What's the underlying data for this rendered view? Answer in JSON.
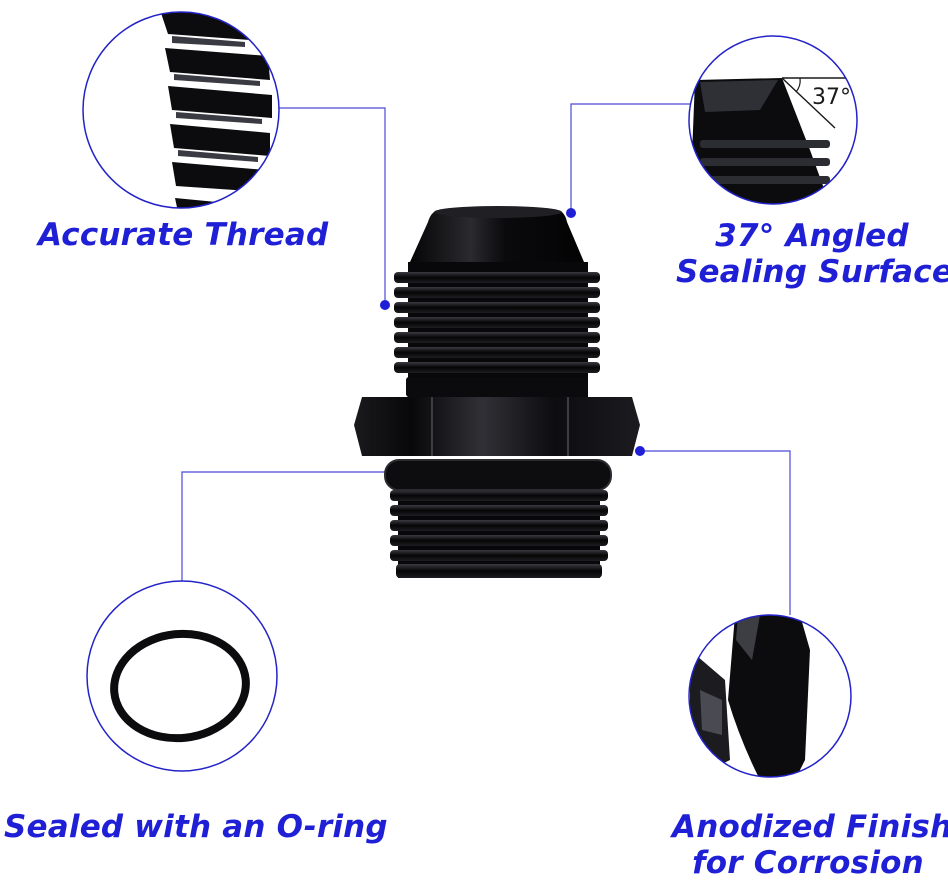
{
  "callouts": {
    "thread": {
      "label": "Accurate Thread"
    },
    "angle": {
      "line1": "37° Angled",
      "line2": "Sealing Surface",
      "degree": "37°"
    },
    "oring": {
      "label": "Sealed with an O-ring"
    },
    "finish": {
      "line1": "Anodized Finish",
      "line2": "for Corrosion"
    }
  },
  "colors": {
    "accent": "#1f1fd6",
    "circle_stroke": "#2323c8",
    "leader_line": "#4a4ad8",
    "metal_dark": "#0b0b0d",
    "metal_mid": "#1c1c20",
    "metal_highlight": "#55555c"
  }
}
